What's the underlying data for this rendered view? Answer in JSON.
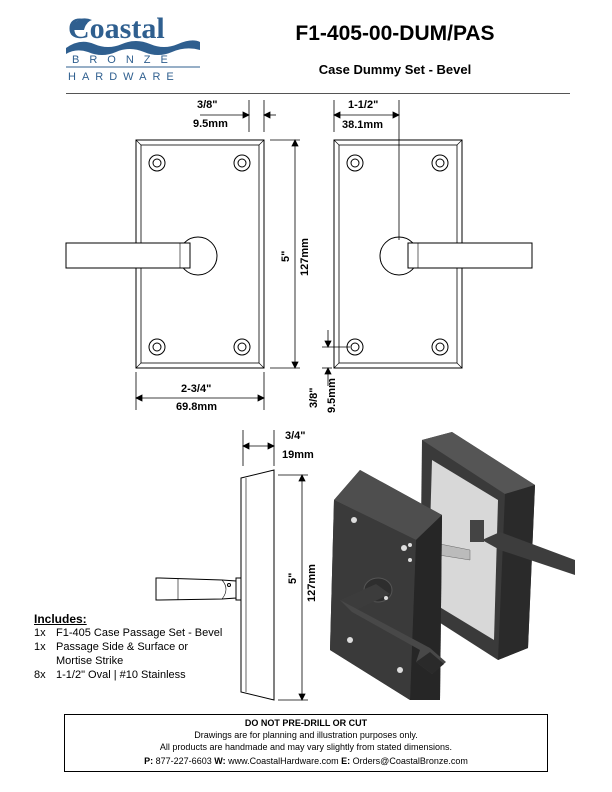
{
  "logo": {
    "line1": "Coastal",
    "line2": "BRONZE",
    "line3": "HARDWARE",
    "color": "#2f5f8f"
  },
  "header": {
    "title": "F1-405-00-DUM/PAS",
    "subtitle": "Case Dummy Set - Bevel"
  },
  "dimensions": {
    "plate_left_offset_in": "3/8\"",
    "plate_left_offset_mm": "9.5mm",
    "lever_offset_in": "1-1/2\"",
    "lever_offset_mm": "38.1mm",
    "height_in": "5\"",
    "height_mm": "127mm",
    "width_in": "2-3/4\"",
    "width_mm": "69.8mm",
    "bottom_offset_in": "3/8\"",
    "bottom_offset_mm": "9.5mm",
    "depth_in": "3/4\"",
    "depth_mm": "19mm",
    "side_height_in": "5\"",
    "side_height_mm": "127mm"
  },
  "includes": {
    "title": "Includes:",
    "items": [
      {
        "qty": "1x",
        "text": "F1-405 Case Passage Set - Bevel"
      },
      {
        "qty": "1x",
        "text": "Passage Side & Surface or"
      },
      {
        "qty": "",
        "text": "Mortise Strike"
      },
      {
        "qty": "8x",
        "text": "1-1/2\" Oval | #10 Stainless"
      }
    ]
  },
  "footer": {
    "heading": "DO NOT PRE-DRILL OR CUT",
    "line1": "Drawings are for planning and illustration purposes only.",
    "line2": "All products are handmade and may vary slightly from stated dimensions.",
    "phone_label": "P:",
    "phone": "877-227-6603",
    "web_label": "W:",
    "web": "www.CoastalHardware.com",
    "email_label": "E:",
    "email": "Orders@CoastalBronze.com"
  }
}
